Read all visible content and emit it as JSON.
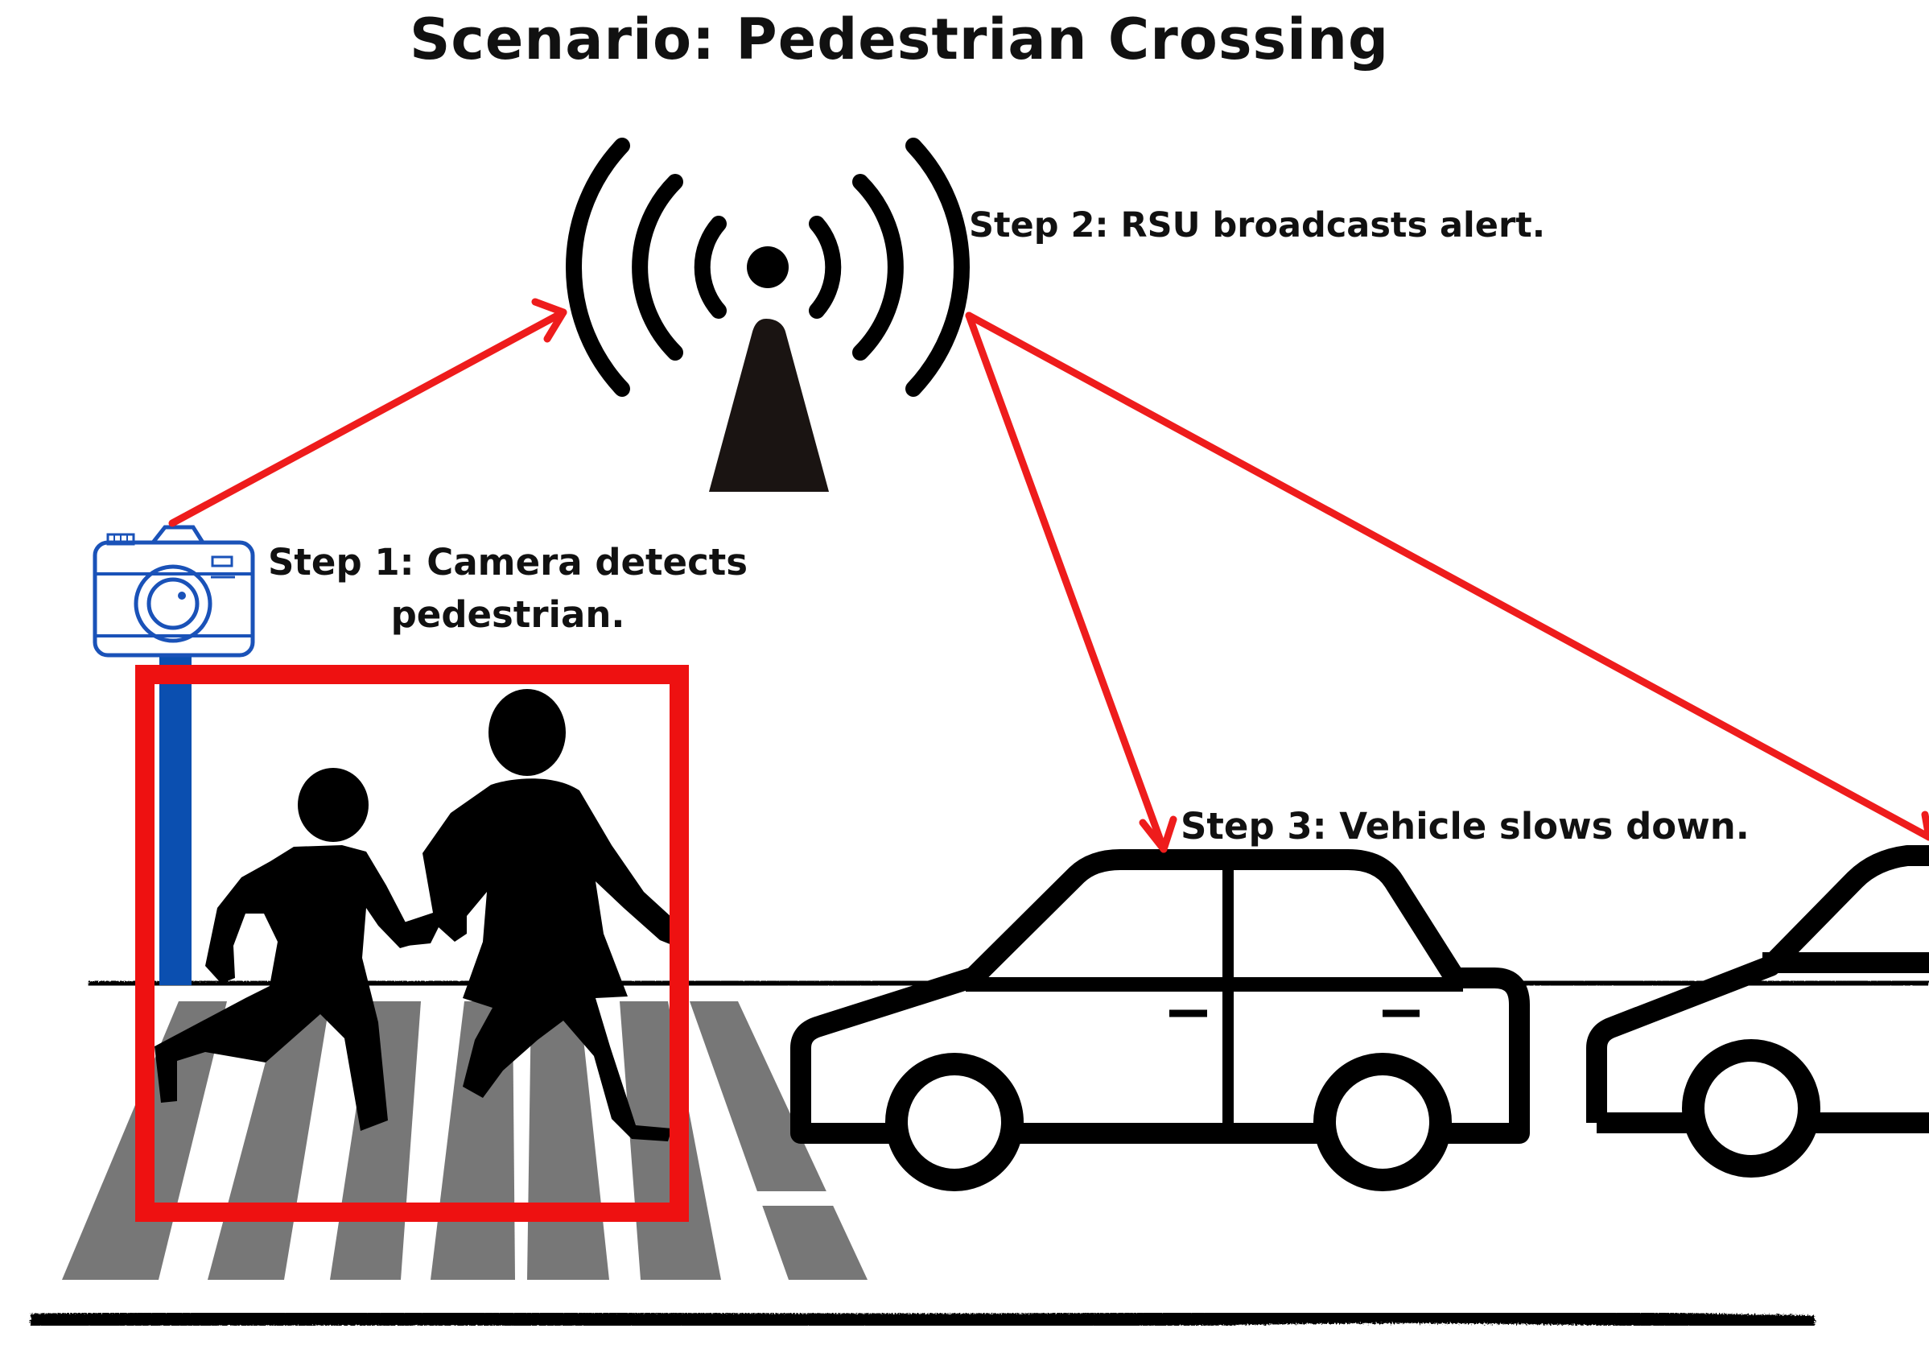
{
  "title": "Scenario:  Pedestrian Crossing",
  "steps": {
    "step1_line1": "Step 1: Camera detects",
    "step1_line2": "pedestrian.",
    "step2": "Step 2: RSU broadcasts alert.",
    "step3": "Step 3: Vehicle slows down."
  },
  "icons": {
    "camera": "camera-icon",
    "rsu": "rsu-antenna-icon",
    "pedestrians": "pedestrians-icon",
    "vehicle": "car-icon"
  },
  "colors": {
    "arrow": "#ee1c1c",
    "detection_box": "#ee1111",
    "camera": "#1a52b8",
    "pole": "#0b4fb0",
    "crosswalk": "#777777",
    "ink": "#000000"
  }
}
